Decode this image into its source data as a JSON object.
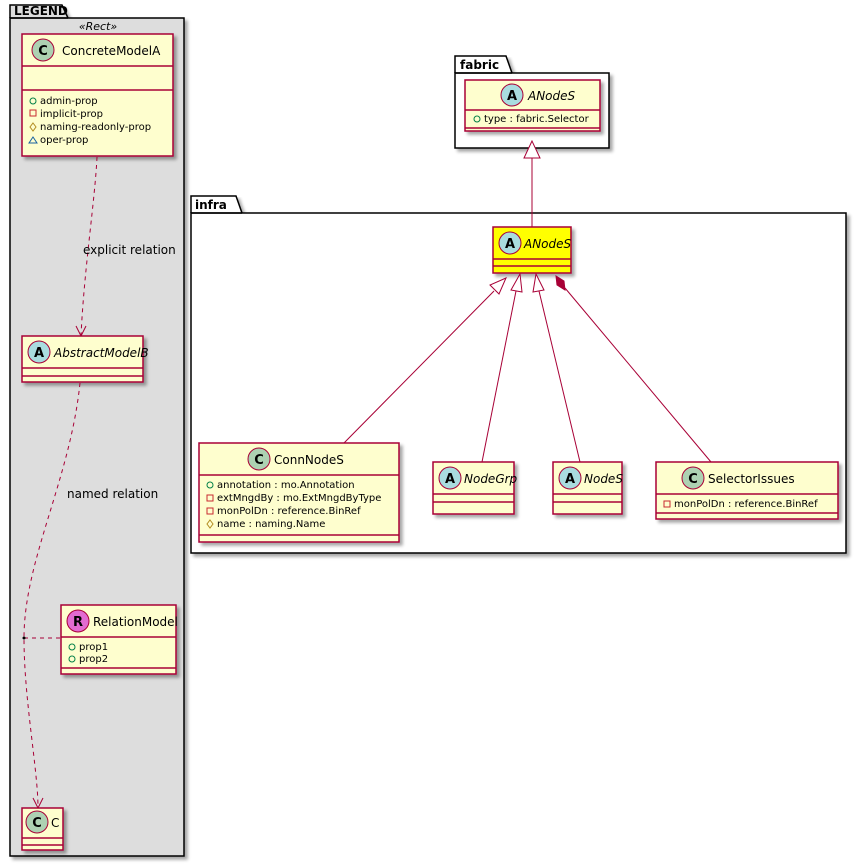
{
  "colors": {
    "class_fill": "#FEFECE",
    "class_border": "#A80036",
    "highlight_fill": "#FFFF00",
    "package_fill": "#FFFFFF",
    "legend_fill": "#DDDDDD",
    "circle_C": "#ADD1B2",
    "circle_A": "#A9DCDF",
    "circle_R": "#E26BD1",
    "edge_color": "#A80036"
  },
  "legend": {
    "title": "LEGEND",
    "stereotype": "«Rect»",
    "classes": [
      {
        "id": "concrete-model-a",
        "glyph": "C",
        "kind": "class",
        "name": "ConcreteModelA",
        "attributes": [
          {
            "visibility": "public",
            "text": "admin-prop"
          },
          {
            "visibility": "private",
            "text": "implicit-prop"
          },
          {
            "visibility": "protected",
            "text": "naming-readonly-prop"
          },
          {
            "visibility": "package",
            "text": "oper-prop"
          }
        ]
      },
      {
        "id": "abstract-model-b",
        "glyph": "A",
        "kind": "abstract",
        "name": "AbstractModelB",
        "attributes": []
      },
      {
        "id": "relation-model",
        "glyph": "R",
        "kind": "relation",
        "name": "RelationModel",
        "attributes": [
          {
            "visibility": "public",
            "text": "prop1"
          },
          {
            "visibility": "public",
            "text": "prop2"
          }
        ]
      },
      {
        "id": "c",
        "glyph": "C",
        "kind": "class",
        "name": "C",
        "attributes": []
      }
    ],
    "relations": [
      {
        "from": "ConcreteModelA",
        "to": "AbstractModelB",
        "label": "explicit relation",
        "style": "dashed-arrow"
      },
      {
        "from": "AbstractModelB",
        "to": "C",
        "label": "named relation",
        "style": "dashed-arrow"
      }
    ]
  },
  "packages": [
    {
      "name": "fabric",
      "classes": [
        {
          "id": "fabric-anodes",
          "glyph": "A",
          "kind": "abstract",
          "name": "ANodeS",
          "attributes": [
            {
              "visibility": "public",
              "text": "type : fabric.Selector"
            }
          ]
        }
      ]
    },
    {
      "name": "infra",
      "classes": [
        {
          "id": "infra-anodes",
          "glyph": "A",
          "kind": "abstract",
          "name": "ANodeS",
          "highlight": true,
          "attributes": []
        },
        {
          "id": "connnodes",
          "glyph": "C",
          "kind": "class",
          "name": "ConnNodeS",
          "attributes": [
            {
              "visibility": "public",
              "text": "annotation : mo.Annotation"
            },
            {
              "visibility": "private",
              "text": "extMngdBy : mo.ExtMngdByType"
            },
            {
              "visibility": "private",
              "text": "monPolDn : reference.BinRef"
            },
            {
              "visibility": "protected",
              "text": "name : naming.Name"
            }
          ]
        },
        {
          "id": "nodegrp",
          "glyph": "A",
          "kind": "abstract",
          "name": "NodeGrp",
          "attributes": []
        },
        {
          "id": "nodes",
          "glyph": "A",
          "kind": "abstract",
          "name": "NodeS",
          "attributes": []
        },
        {
          "id": "selectorissues",
          "glyph": "C",
          "kind": "class",
          "name": "SelectorIssues",
          "attributes": [
            {
              "visibility": "private",
              "text": "monPolDn : reference.BinRef"
            }
          ]
        }
      ]
    }
  ],
  "relations": [
    {
      "from": "infra.ANodeS",
      "to": "fabric.ANodeS",
      "type": "inheritance"
    },
    {
      "from": "ConnNodeS",
      "to": "infra.ANodeS",
      "type": "inheritance"
    },
    {
      "from": "NodeGrp",
      "to": "infra.ANodeS",
      "type": "inheritance"
    },
    {
      "from": "NodeS",
      "to": "infra.ANodeS",
      "type": "inheritance"
    },
    {
      "from": "infra.ANodeS",
      "to": "SelectorIssues",
      "type": "composition"
    }
  ]
}
